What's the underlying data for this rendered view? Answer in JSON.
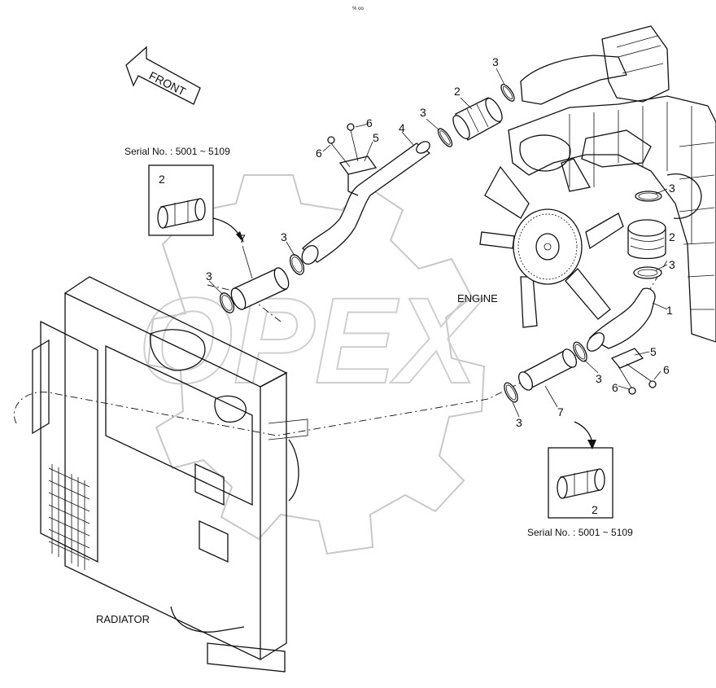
{
  "header_mark": "% oo",
  "front_label": "FRONT",
  "engine_label": "ENGINE",
  "radiator_label": "RADIATOR",
  "watermark_text": "OPEX",
  "serial_note_left": "Serial No. : 5001 ~ 5109",
  "serial_note_right": "Serial No. : 5001 ~ 5109",
  "part_numbers": {
    "pipe_lower": "1",
    "hose_upper": "2",
    "hose_engine_upper": "2",
    "hose_inset_left": "2",
    "hose_inset_right": "2",
    "clamp_a": "3",
    "clamp_b": "3",
    "clamp_c": "3",
    "clamp_d": "3",
    "clamp_e": "3",
    "clamp_f": "3",
    "clamp_g": "3",
    "clamp_h": "3",
    "pipe_upper": "4",
    "bracket_upper": "5",
    "bracket_lower": "5",
    "bolt_upper_a": "6",
    "bolt_upper_b": "6",
    "bolt_lower_a": "6",
    "bolt_lower_b": "6",
    "hose_left": "7",
    "hose_right": "7"
  }
}
